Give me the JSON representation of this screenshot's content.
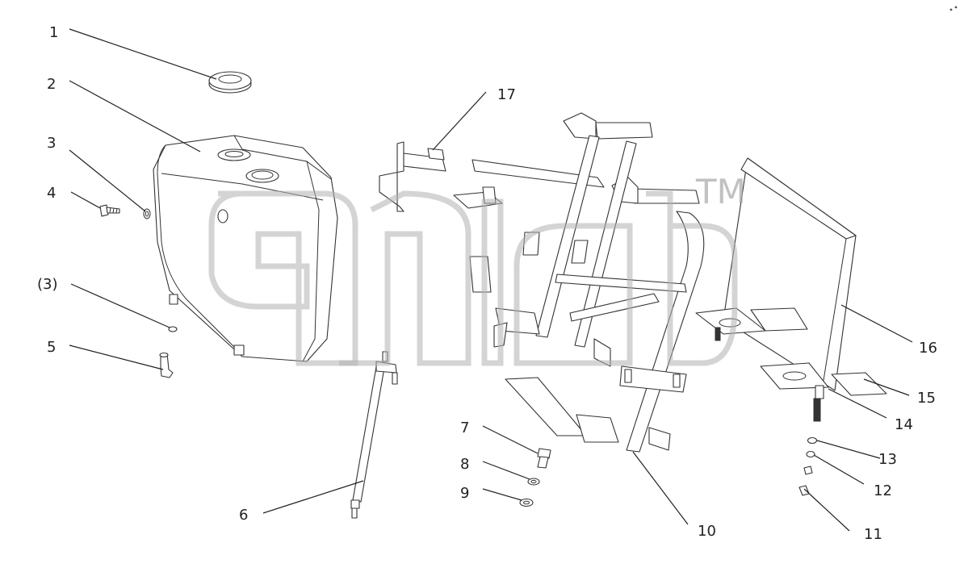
{
  "diagram": {
    "callouts": [
      {
        "id": "c1",
        "text": "1"
      },
      {
        "id": "c2",
        "text": "2"
      },
      {
        "id": "c3",
        "text": "3"
      },
      {
        "id": "c4",
        "text": "4"
      },
      {
        "id": "c3b",
        "text": "(3)"
      },
      {
        "id": "c5",
        "text": "5"
      },
      {
        "id": "c6",
        "text": "6"
      },
      {
        "id": "c7",
        "text": "7"
      },
      {
        "id": "c8",
        "text": "8"
      },
      {
        "id": "c9",
        "text": "9"
      },
      {
        "id": "c10",
        "text": "10"
      },
      {
        "id": "c11",
        "text": "11"
      },
      {
        "id": "c12",
        "text": "12"
      },
      {
        "id": "c13",
        "text": "13"
      },
      {
        "id": "c14",
        "text": "14"
      },
      {
        "id": "c15",
        "text": "15"
      },
      {
        "id": "c16",
        "text": "16"
      },
      {
        "id": "c17",
        "text": "17"
      }
    ],
    "watermark": {
      "mark": "TM"
    }
  }
}
